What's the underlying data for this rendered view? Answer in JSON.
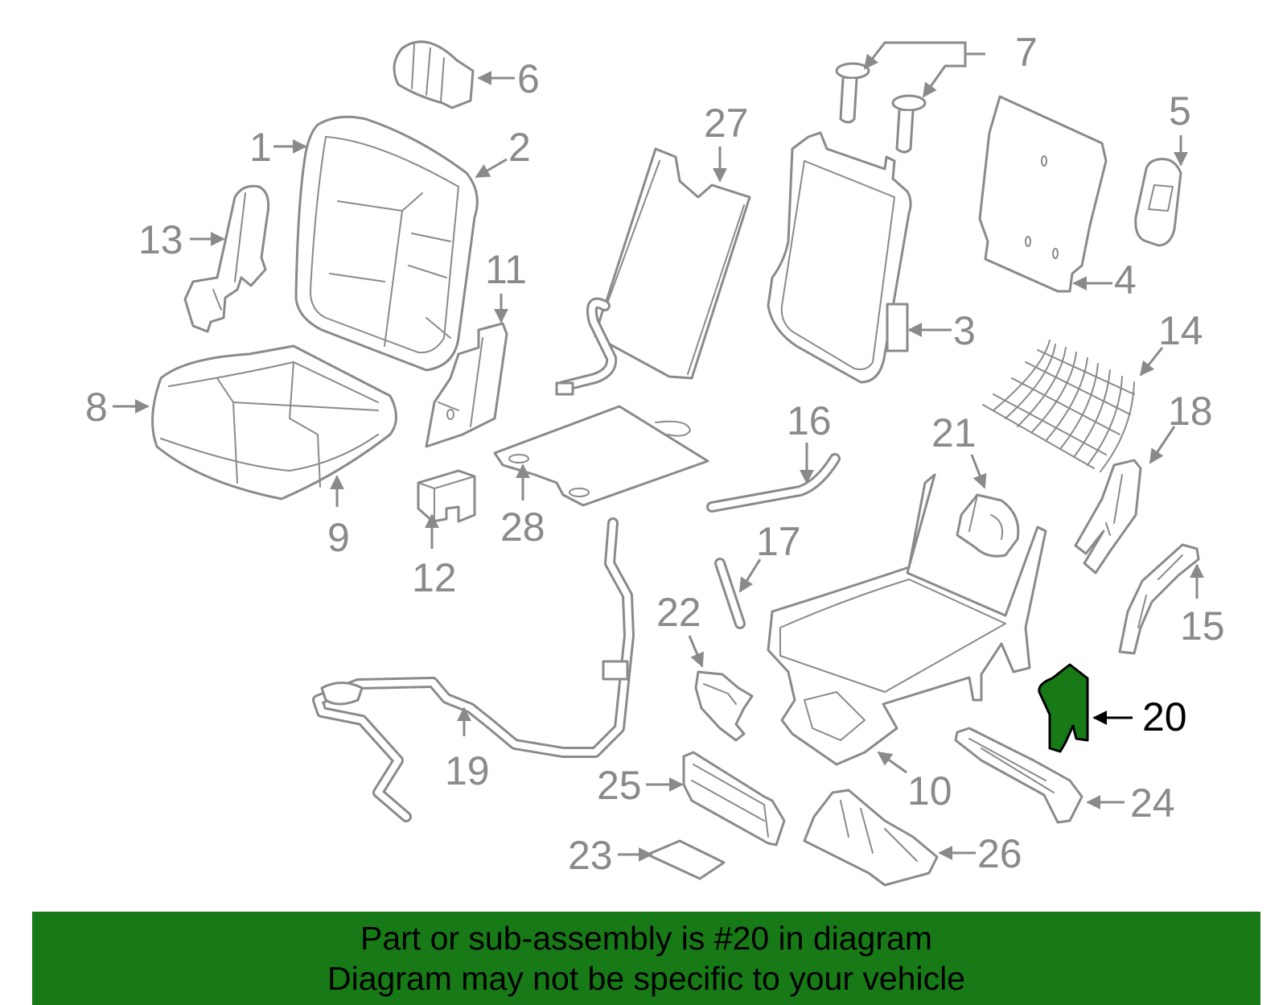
{
  "diagram": {
    "highlight_color": "#177a17",
    "line_color": "#8a8a8a",
    "highlighted_part": "20",
    "callouts": [
      "1",
      "2",
      "3",
      "4",
      "5",
      "6",
      "7",
      "8",
      "9",
      "10",
      "11",
      "12",
      "13",
      "14",
      "15",
      "16",
      "17",
      "18",
      "19",
      "20",
      "21",
      "22",
      "23",
      "24",
      "25",
      "26",
      "27",
      "28"
    ]
  },
  "banner": {
    "line1": "Part or sub-assembly is #20 in diagram",
    "line2": "Diagram may not be specific to your vehicle",
    "background": "#177a17"
  }
}
